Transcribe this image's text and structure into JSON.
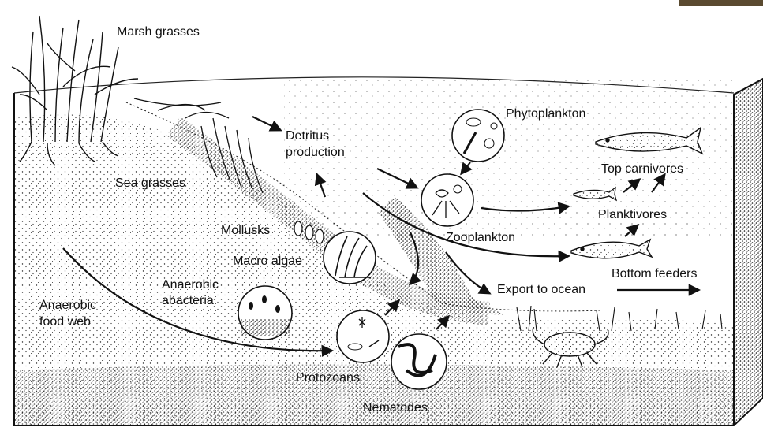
{
  "labels": {
    "marsh_grasses": "Marsh grasses",
    "detritus_line1": "Detritus",
    "detritus_line2": "production",
    "phytoplankton": "Phytoplankton",
    "sea_grasses": "Sea grasses",
    "top_carnivores": "Top carnivores",
    "planktivores": "Planktivores",
    "mollusks": "Mollusks",
    "zooplankton": "Zooplankton",
    "macro_algae": "Macro algae",
    "anaerobic_bacteria_line1": "Anaerobic",
    "anaerobic_bacteria_line2": "abacteria",
    "bottom_feeders": "Bottom feeders",
    "export_to_ocean": "Export to ocean",
    "anaerobic_food_web_line1": "Anaerobic",
    "anaerobic_food_web_line2": "food web",
    "protozoans": "Protozoans",
    "nematodes": "Nematodes"
  },
  "colors": {
    "ink": "#111111",
    "paper": "#ffffff",
    "corner_tab": "#5a4a30"
  },
  "icons": {
    "arrow": "arrow-icon",
    "fish": "fish-icon",
    "crab": "crab-icon",
    "organism_circle": "microscope-circle-icon"
  }
}
